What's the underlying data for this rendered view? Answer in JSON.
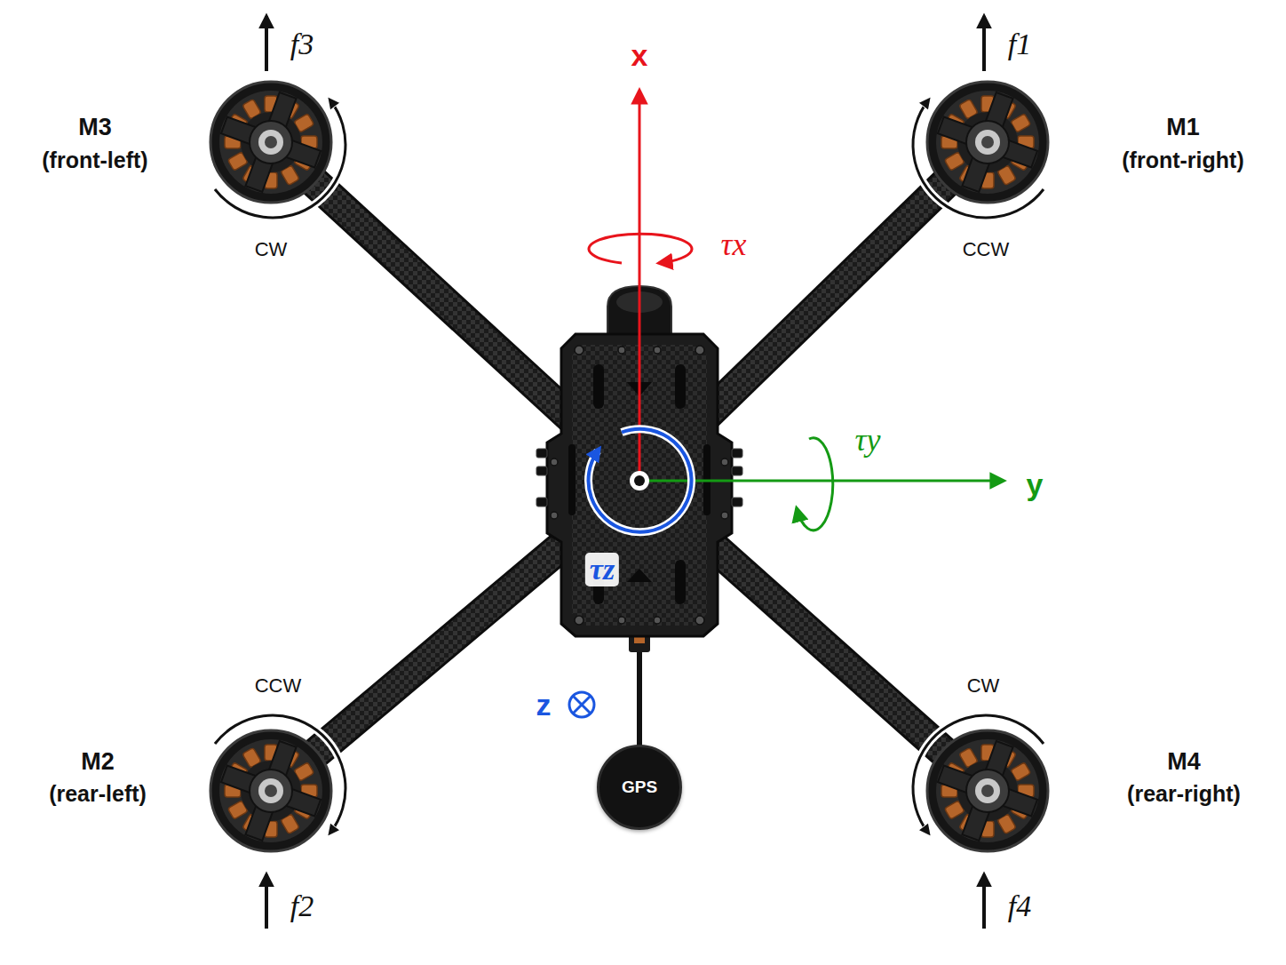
{
  "diagram": {
    "nodes": [
      {
        "text": [
          "GPS"
        ]
      }
    ],
    "labels": [
      "f3",
      "x",
      "f1",
      "M3",
      "(front-left)",
      "M1",
      "(front-right)",
      "τx",
      "CW",
      "CCW",
      "τy",
      "y",
      "τz",
      "CCW",
      "CW",
      "z",
      "M2",
      "(rear-left)",
      "M4",
      "(rear-right)",
      "f2",
      "f4"
    ]
  }
}
